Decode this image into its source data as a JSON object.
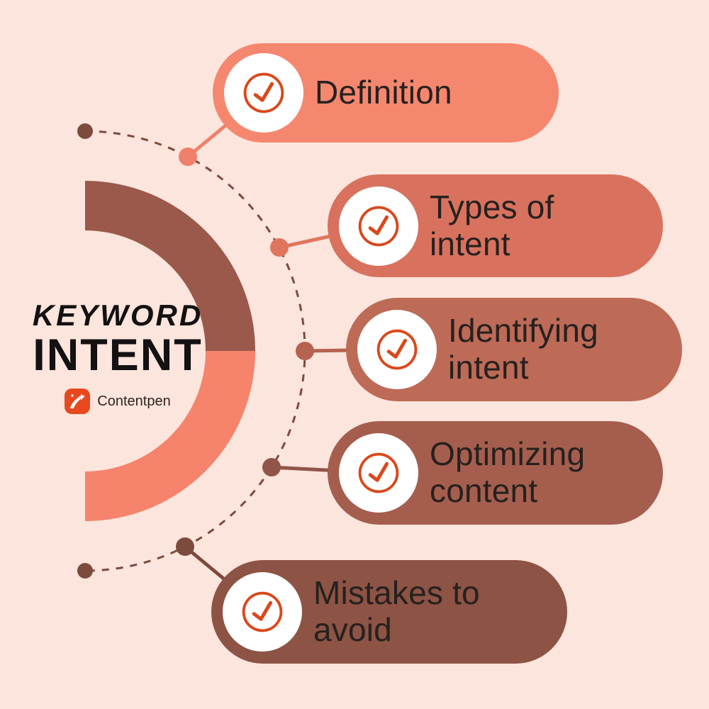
{
  "background": "#fbe5dc",
  "title": {
    "word1": "KEYWORD",
    "word2": "INTENT"
  },
  "brand": {
    "name": "Contentpen",
    "icon": "pen-sparkle-icon",
    "icon_color": "#e8481e"
  },
  "check_icon_color": "#d9481c",
  "diagram": {
    "dashed_arc_color": "#7d4a3e",
    "donut_top_color": "#9a594b",
    "donut_bottom_color": "#f6836c",
    "connector_colors": [
      "#f0806a",
      "#e0755e",
      "#b56251",
      "#91544a",
      "#7d4a3e"
    ],
    "dot_colors": [
      "#7d4a3e",
      "#f0806a",
      "#e0755e",
      "#b56251",
      "#91544a",
      "#7d4a3e",
      "#7d4a3e"
    ]
  },
  "items": [
    {
      "label": "Definition",
      "color": "#f6876f"
    },
    {
      "label": "Types of intent",
      "color": "#d8725e"
    },
    {
      "label": "Identifying intent",
      "color": "#bd6a57"
    },
    {
      "label": "Optimizing content",
      "color": "#a55e4e"
    },
    {
      "label": "Mistakes to avoid",
      "color": "#8d5345"
    }
  ]
}
